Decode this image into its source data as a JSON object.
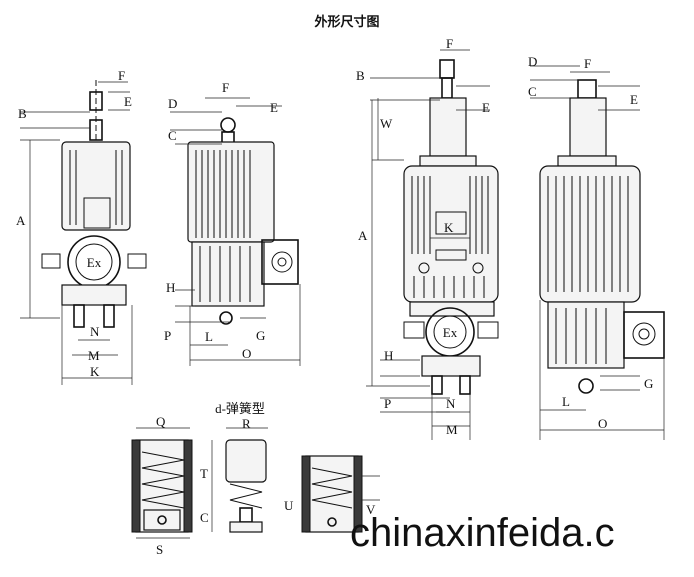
{
  "title": "外形尺寸图",
  "spring_title": "d-弹簧型",
  "watermark": "chinaxinfeida.c",
  "ex_mark": "Ex",
  "views": {
    "small_front": {
      "labels": [
        "B",
        "F",
        "E",
        "A",
        "N",
        "M",
        "K"
      ]
    },
    "small_side": {
      "labels": [
        "D",
        "F",
        "E",
        "C",
        "H",
        "P",
        "L",
        "G",
        "O"
      ]
    },
    "large_front": {
      "labels": [
        "F",
        "B",
        "E",
        "W",
        "K",
        "A",
        "H",
        "P",
        "N",
        "M"
      ]
    },
    "large_side": {
      "labels": [
        "D",
        "F",
        "C",
        "E",
        "L",
        "G",
        "O"
      ]
    },
    "spring": {
      "labels": [
        "Q",
        "R",
        "T",
        "C",
        "U",
        "V",
        "S"
      ]
    }
  }
}
